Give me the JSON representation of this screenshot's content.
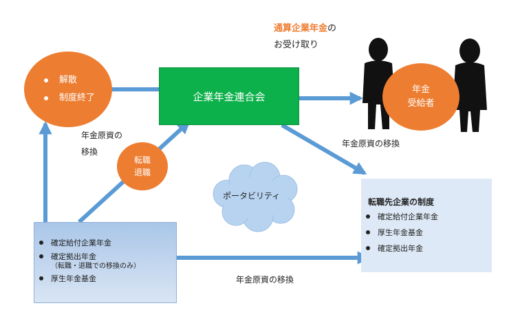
{
  "top_label": {
    "highlight": "通算企業年金",
    "suffix": "の",
    "line2": "お受け取り"
  },
  "left_circle": {
    "items": [
      "解散",
      "制度終了"
    ]
  },
  "central_box": {
    "label": "企業年金連合会"
  },
  "recipient_circle": {
    "line1": "年金",
    "line2": "受給者"
  },
  "transfer_circle": {
    "line1": "転職",
    "line2": "退職"
  },
  "cloud": {
    "label": "ポータビリティ"
  },
  "labels": {
    "transfer_left_line1": "年金原資の",
    "transfer_left_line2": "移換",
    "transfer_right": "年金原資の移換",
    "transfer_bottom": "年金原資の移換"
  },
  "left_box": {
    "items": [
      {
        "text": "確定給付企業年金",
        "note": ""
      },
      {
        "text": "確定拠出年金",
        "note": "（転職・退職での移換のみ）"
      },
      {
        "text": "厚生年金基金",
        "note": ""
      }
    ]
  },
  "right_box": {
    "title": "転職先企業の制度",
    "items": [
      "確定給付企業年金",
      "厚生年金基金",
      "確定拠出年金"
    ]
  },
  "colors": {
    "orange": "#ed7d31",
    "green": "#0db14b",
    "arrow": "#5b9bd5",
    "highlight": "#ed7d31"
  }
}
